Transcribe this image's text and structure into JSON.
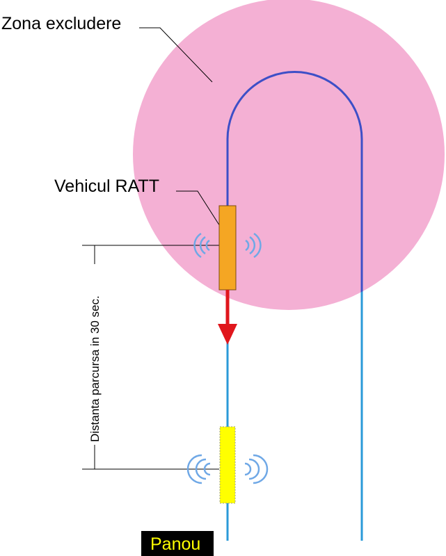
{
  "labels": {
    "exclusion_zone": "Zona excludere",
    "vehicle": "Vehicul RATT",
    "distance": "Distanta parcursa in 30 sec.",
    "panel": "Panou"
  },
  "colors": {
    "zone_fill": "#f4b0d4",
    "track_in_zone": "#3d4fc7",
    "track_outside": "#2a9ad8",
    "vehicle": "#f5a623",
    "panel": "#ffff00",
    "arrow": "#e0161c",
    "signal": "#6fa8e6",
    "panel_label_bg": "#000000",
    "panel_label_text": "#ffff00"
  }
}
